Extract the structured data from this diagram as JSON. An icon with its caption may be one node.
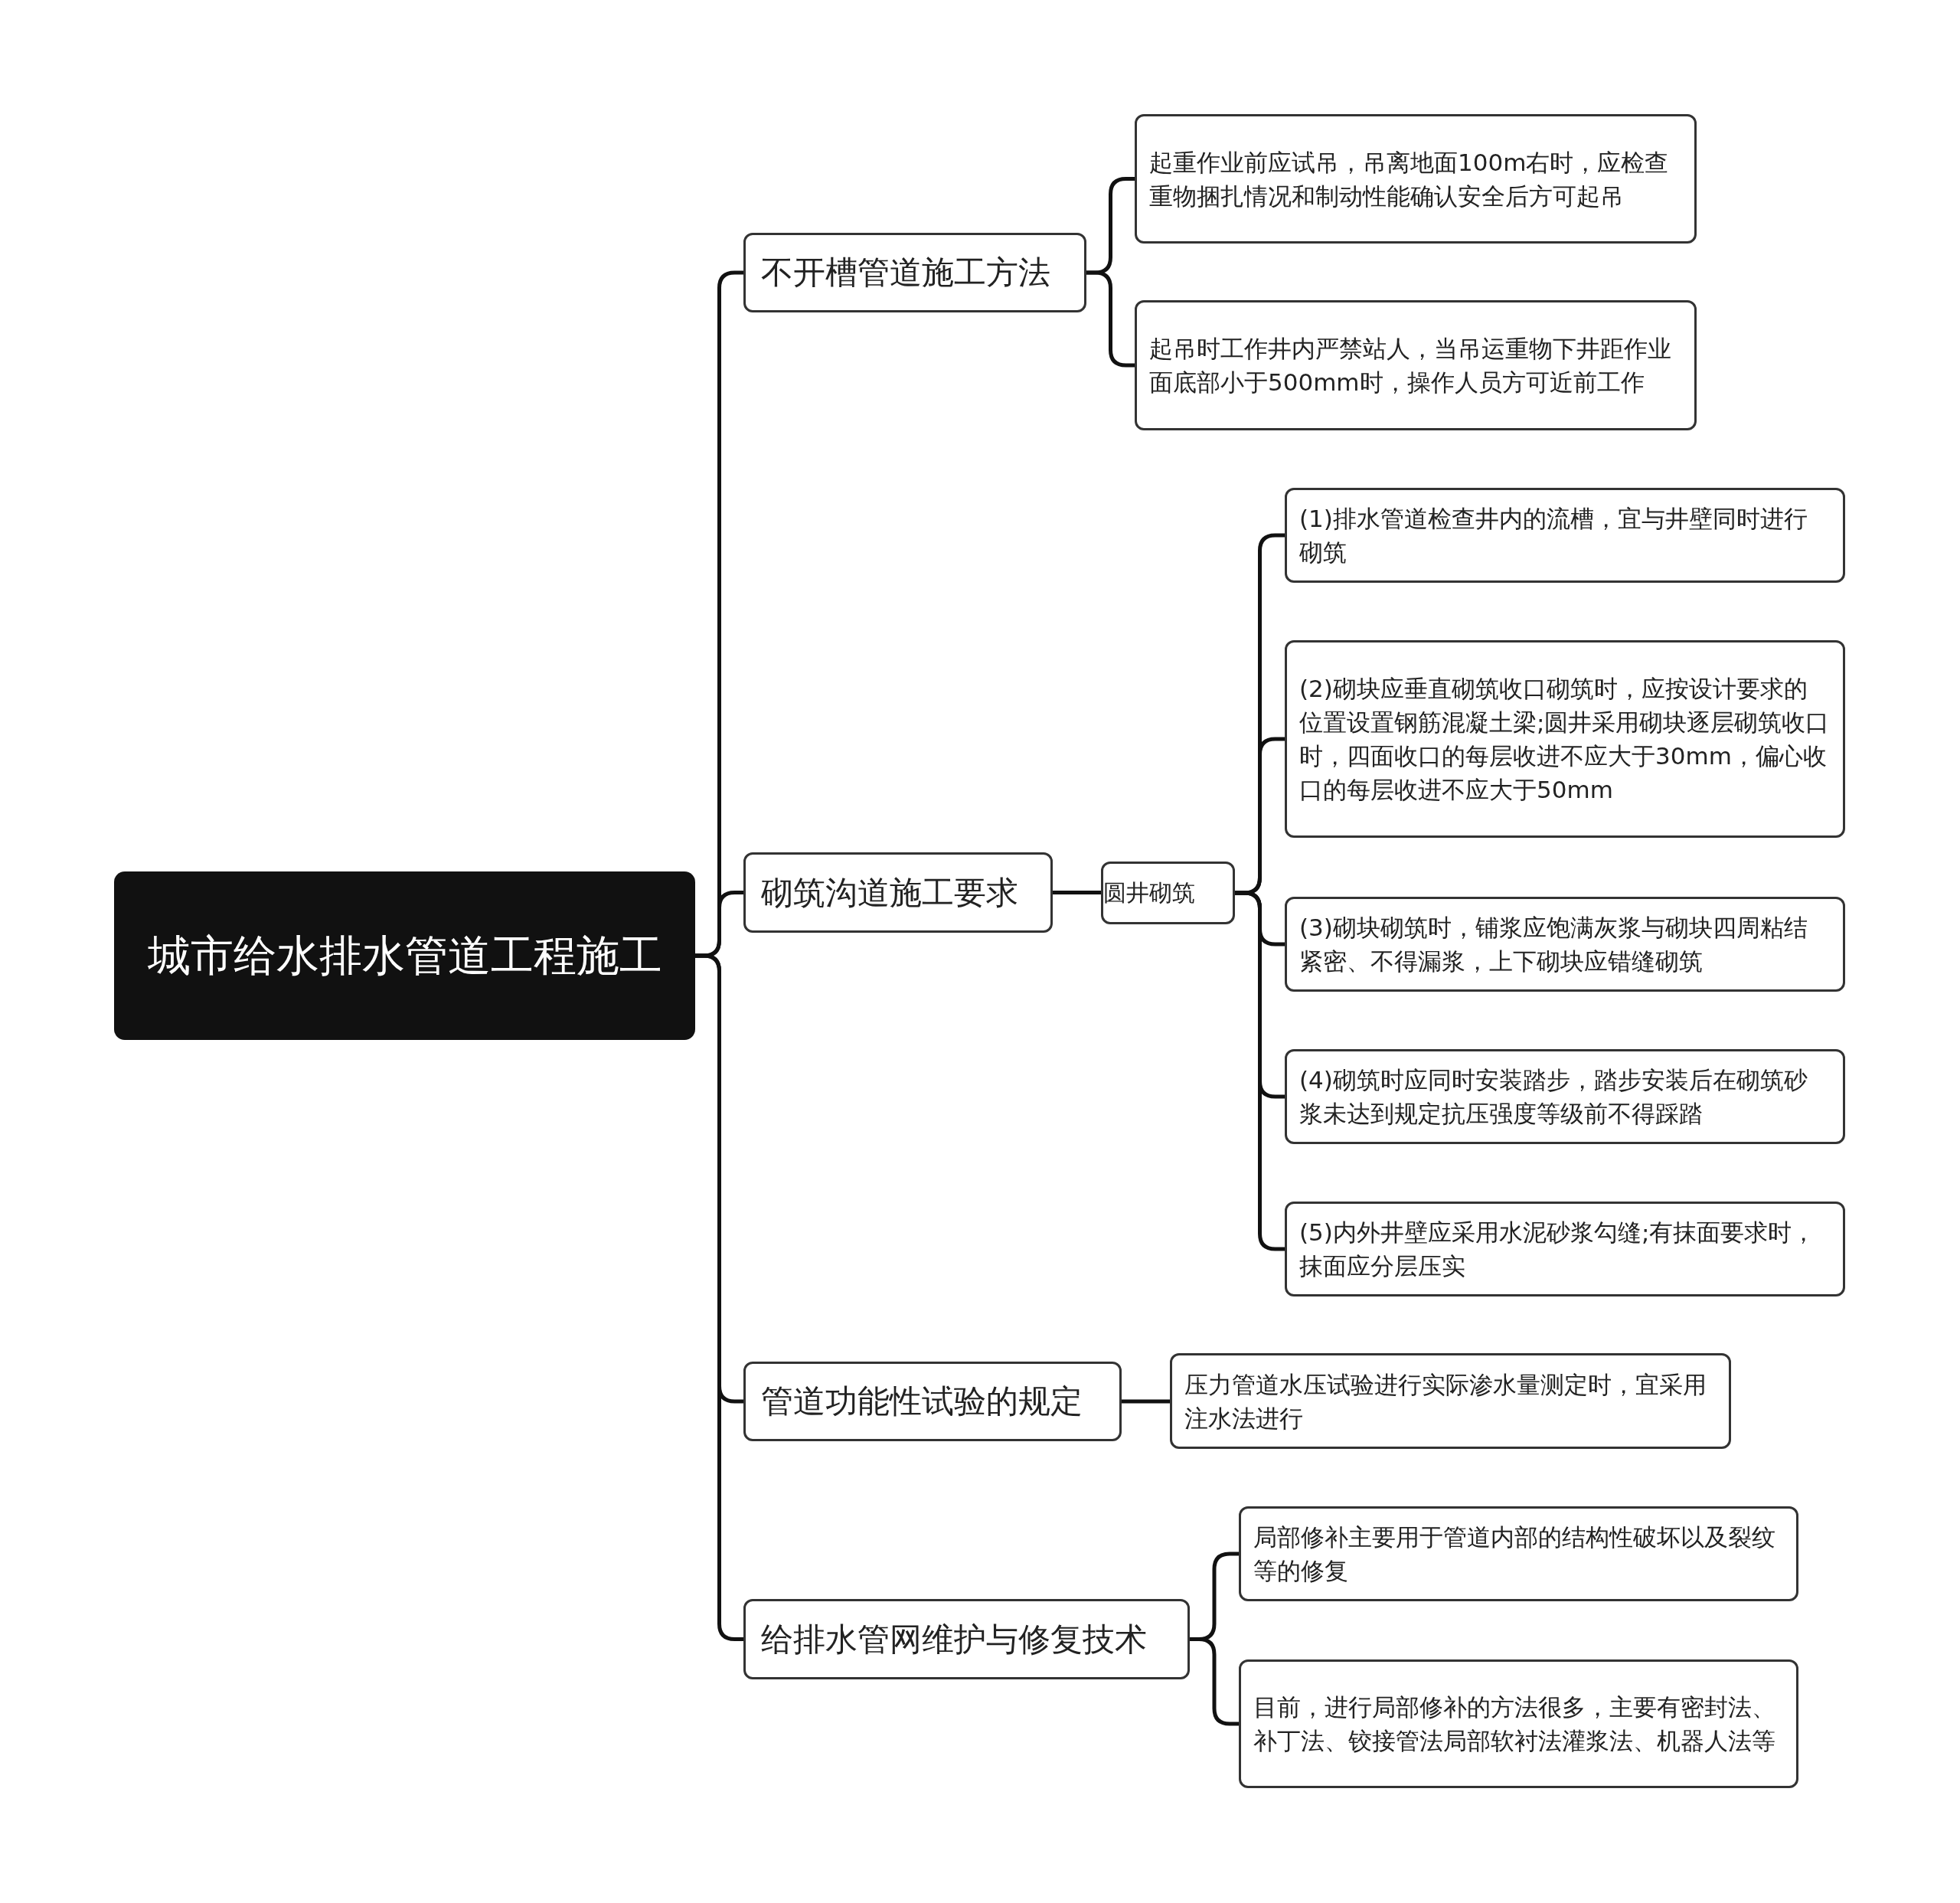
{
  "diagram": {
    "nodes": [
      {
        "text": [
          "城市给水排水管道工程施工"
        ]
      },
      {
        "text": [
          "不开槽管道施工方法"
        ]
      },
      {
        "text": [
          "起重作业前应试吊，吊离地面100m右时，应检查重物捆扎情况和制动性能确认安全后方可起吊"
        ]
      },
      {
        "text": [
          "起吊时工作井内严禁站人，当吊运重物下井距作业面底部小于500mm时，操作人员方可近前工作"
        ]
      },
      {
        "text": [
          "砌筑沟道施工要求"
        ]
      },
      {
        "text": [
          "圆井砌筑"
        ]
      },
      {
        "text": [
          "(1)排水管道检查井内的流槽，宜与井壁同时进行砌筑"
        ]
      },
      {
        "text": [
          "(2)砌块应垂直砌筑收口砌筑时，应按设计要求的位置设置钢筋混凝土梁;圆井采用砌块逐层砌筑收口时，四面收口的每层收进不应大于30mm，偏心收口的每层收进不应大于50mm"
        ]
      },
      {
        "text": [
          "(3)砌块砌筑时，铺浆应饱满灰浆与砌块四周粘结紧密、不得漏浆，上下砌块应错缝砌筑"
        ]
      },
      {
        "text": [
          "(4)砌筑时应同时安装踏步，踏步安装后在砌筑砂浆未达到规定抗压强度等级前不得踩踏"
        ]
      },
      {
        "text": [
          "(5)内外井壁应采用水泥砂浆勾缝;有抹面要求时，抹面应分层压实"
        ]
      },
      {
        "text": [
          "管道功能性试验的规定"
        ]
      },
      {
        "text": [
          "压力管道水压试验进行实际渗水量测定时，宜采用注水法进行"
        ]
      },
      {
        "text": [
          "给排水管网维护与修复技术"
        ]
      },
      {
        "text": [
          "局部修补主要用于管道内部的结构性破坏以及裂纹等的修复"
        ]
      },
      {
        "text": [
          "目前，进行局部修补的方法很多，主要有密封法、补丁法、铰接管法局部软衬法灌浆法、机器人法等"
        ]
      }
    ],
    "edges": [
      {
        "from": 0,
        "to": 1,
        "arrow": "none"
      },
      {
        "from": 1,
        "to": 2,
        "arrow": "none"
      },
      {
        "from": 1,
        "to": 3,
        "arrow": "none"
      },
      {
        "from": 0,
        "to": 4,
        "arrow": "none"
      },
      {
        "from": 4,
        "to": 5,
        "arrow": "none"
      },
      {
        "from": 5,
        "to": 6,
        "arrow": "none"
      },
      {
        "from": 5,
        "to": 7,
        "arrow": "none"
      },
      {
        "from": 5,
        "to": 8,
        "arrow": "none"
      },
      {
        "from": 5,
        "to": 9,
        "arrow": "none"
      },
      {
        "from": 5,
        "to": 10,
        "arrow": "none"
      },
      {
        "from": 0,
        "to": 11,
        "arrow": "none"
      },
      {
        "from": 11,
        "to": 12,
        "arrow": "none"
      },
      {
        "from": 0,
        "to": 13,
        "arrow": "none"
      },
      {
        "from": 13,
        "to": 14,
        "arrow": "none"
      },
      {
        "from": 13,
        "to": 15,
        "arrow": "none"
      }
    ]
  }
}
